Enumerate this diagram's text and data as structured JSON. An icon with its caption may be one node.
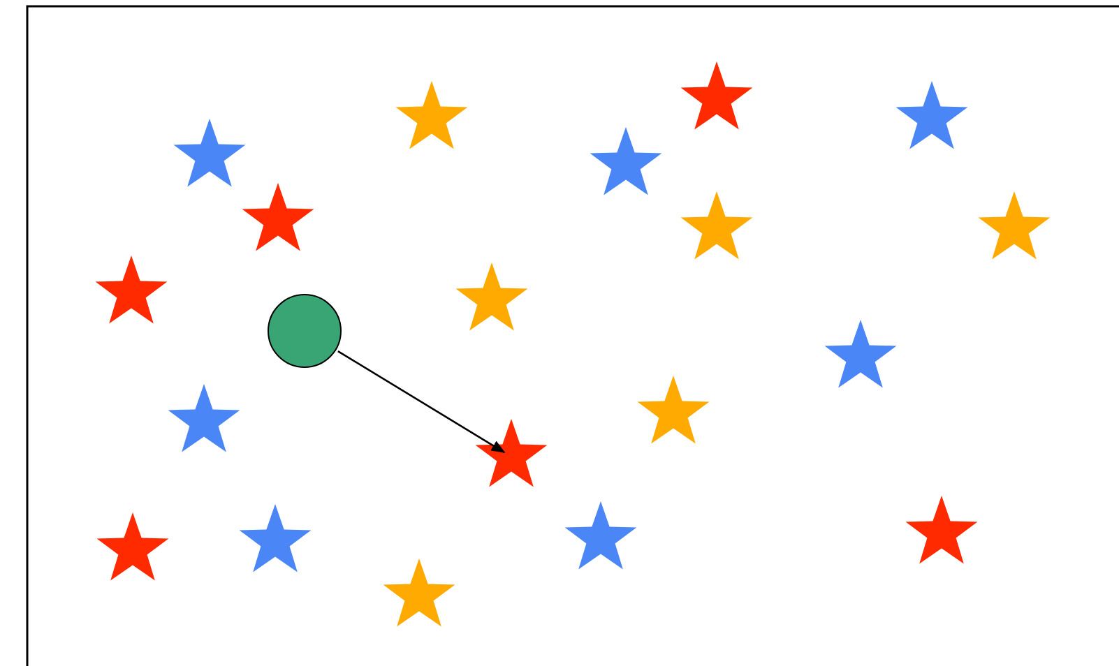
{
  "diagram": {
    "nodes": [
      {
        "text": [],
        "shape": "circle"
      },
      {
        "text": [],
        "shape": "star"
      }
    ],
    "edges": [
      {
        "from": 0,
        "to": 1,
        "arrow": "to"
      }
    ]
  }
}
